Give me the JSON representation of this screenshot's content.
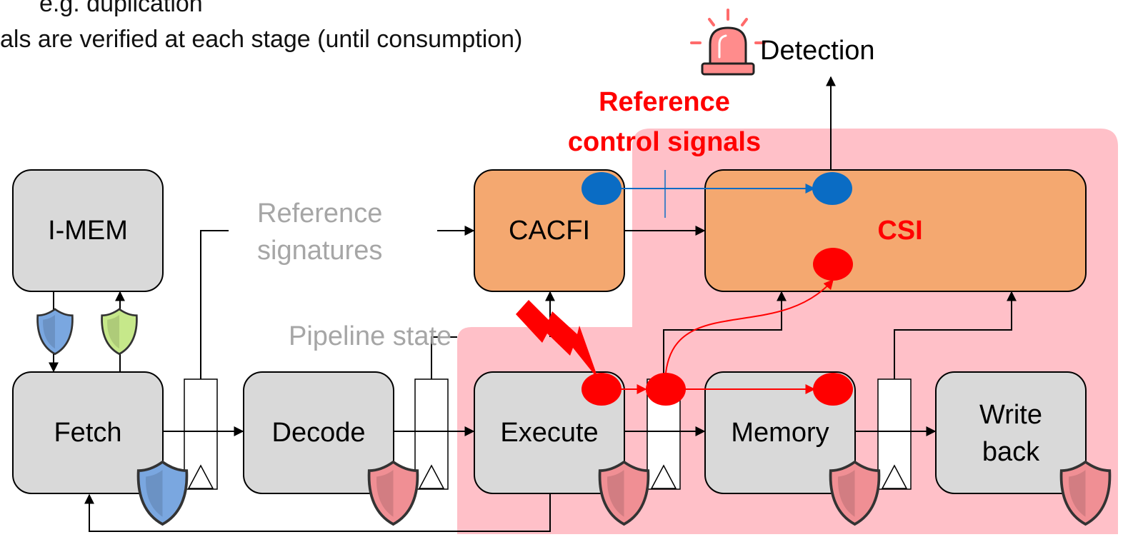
{
  "header": {
    "bullet_line1": "e.g. duplication",
    "bullet_line2": "als are verified at each stage (until consumption)"
  },
  "blocks": {
    "imem": "I-MEM",
    "fetch": "Fetch",
    "decode": "Decode",
    "execute": "Execute",
    "memory": "Memory",
    "writeback_line1": "Write",
    "writeback_line2": "back",
    "cacfi": "CACFI",
    "csi": "CSI"
  },
  "labels": {
    "reference_signatures_line1": "Reference",
    "reference_signatures_line2": "signatures",
    "pipeline_state": "Pipeline state",
    "reference_control_line1": "Reference",
    "reference_control_line2": "control signals",
    "detection": "Detection"
  },
  "colors": {
    "stage_fill": "#d9d9d9",
    "checker_fill": "#f4a870",
    "protected_region": "#ffc0c8",
    "faulty_signal": "#ff0000",
    "reference_signal": "#0a6cc4",
    "shield_blue": "#7aa7e0",
    "shield_green": "#c6e88a",
    "shield_red": "#f08f94",
    "alarm": "#ff6b6b"
  },
  "icons": {
    "shield": "shield-icon",
    "alarm": "alarm-light-icon",
    "fault": "lightning-bolt-icon",
    "register": "pipeline-register-icon"
  }
}
